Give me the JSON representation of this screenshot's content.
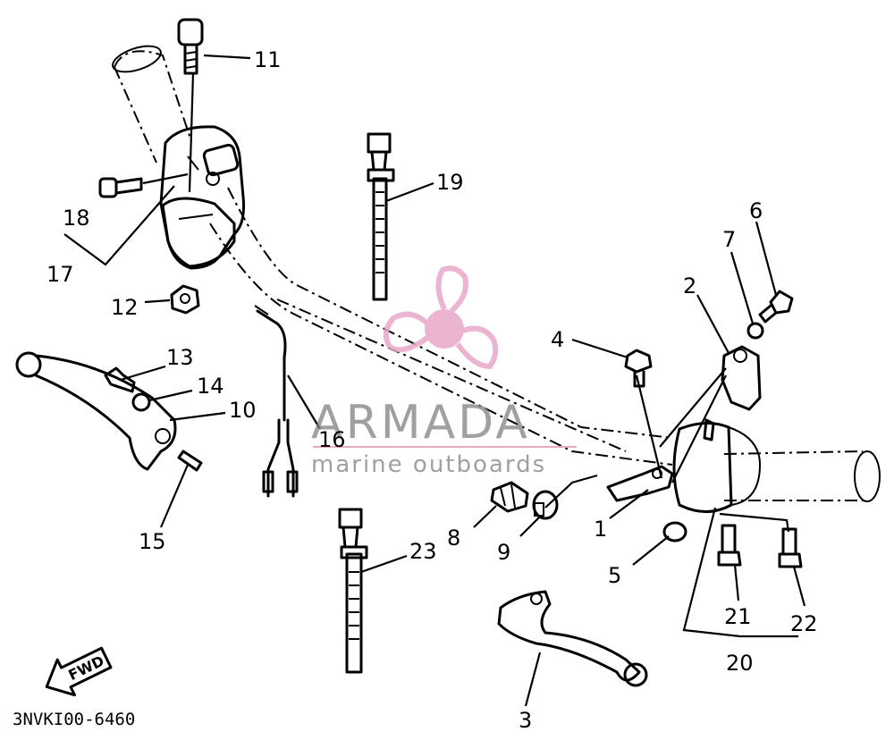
{
  "diagram": {
    "drawing_code": "3NVKI00-6460",
    "direction_label": "FWD",
    "callouts": {
      "c1": "1",
      "c2": "2",
      "c3": "3",
      "c4": "4",
      "c5": "5",
      "c6": "6",
      "c7": "7",
      "c8": "8",
      "c9": "9",
      "c10": "10",
      "c11": "11",
      "c12": "12",
      "c13": "13",
      "c14": "14",
      "c15": "15",
      "c16": "16",
      "c17": "17",
      "c18": "18",
      "c19": "19",
      "c20": "20",
      "c21": "21",
      "c22": "22",
      "c23": "23"
    }
  },
  "watermark": {
    "brand": "ARMADA",
    "tagline": "marine outboards",
    "color": "#e8a8c8",
    "text_color": "#808080"
  }
}
